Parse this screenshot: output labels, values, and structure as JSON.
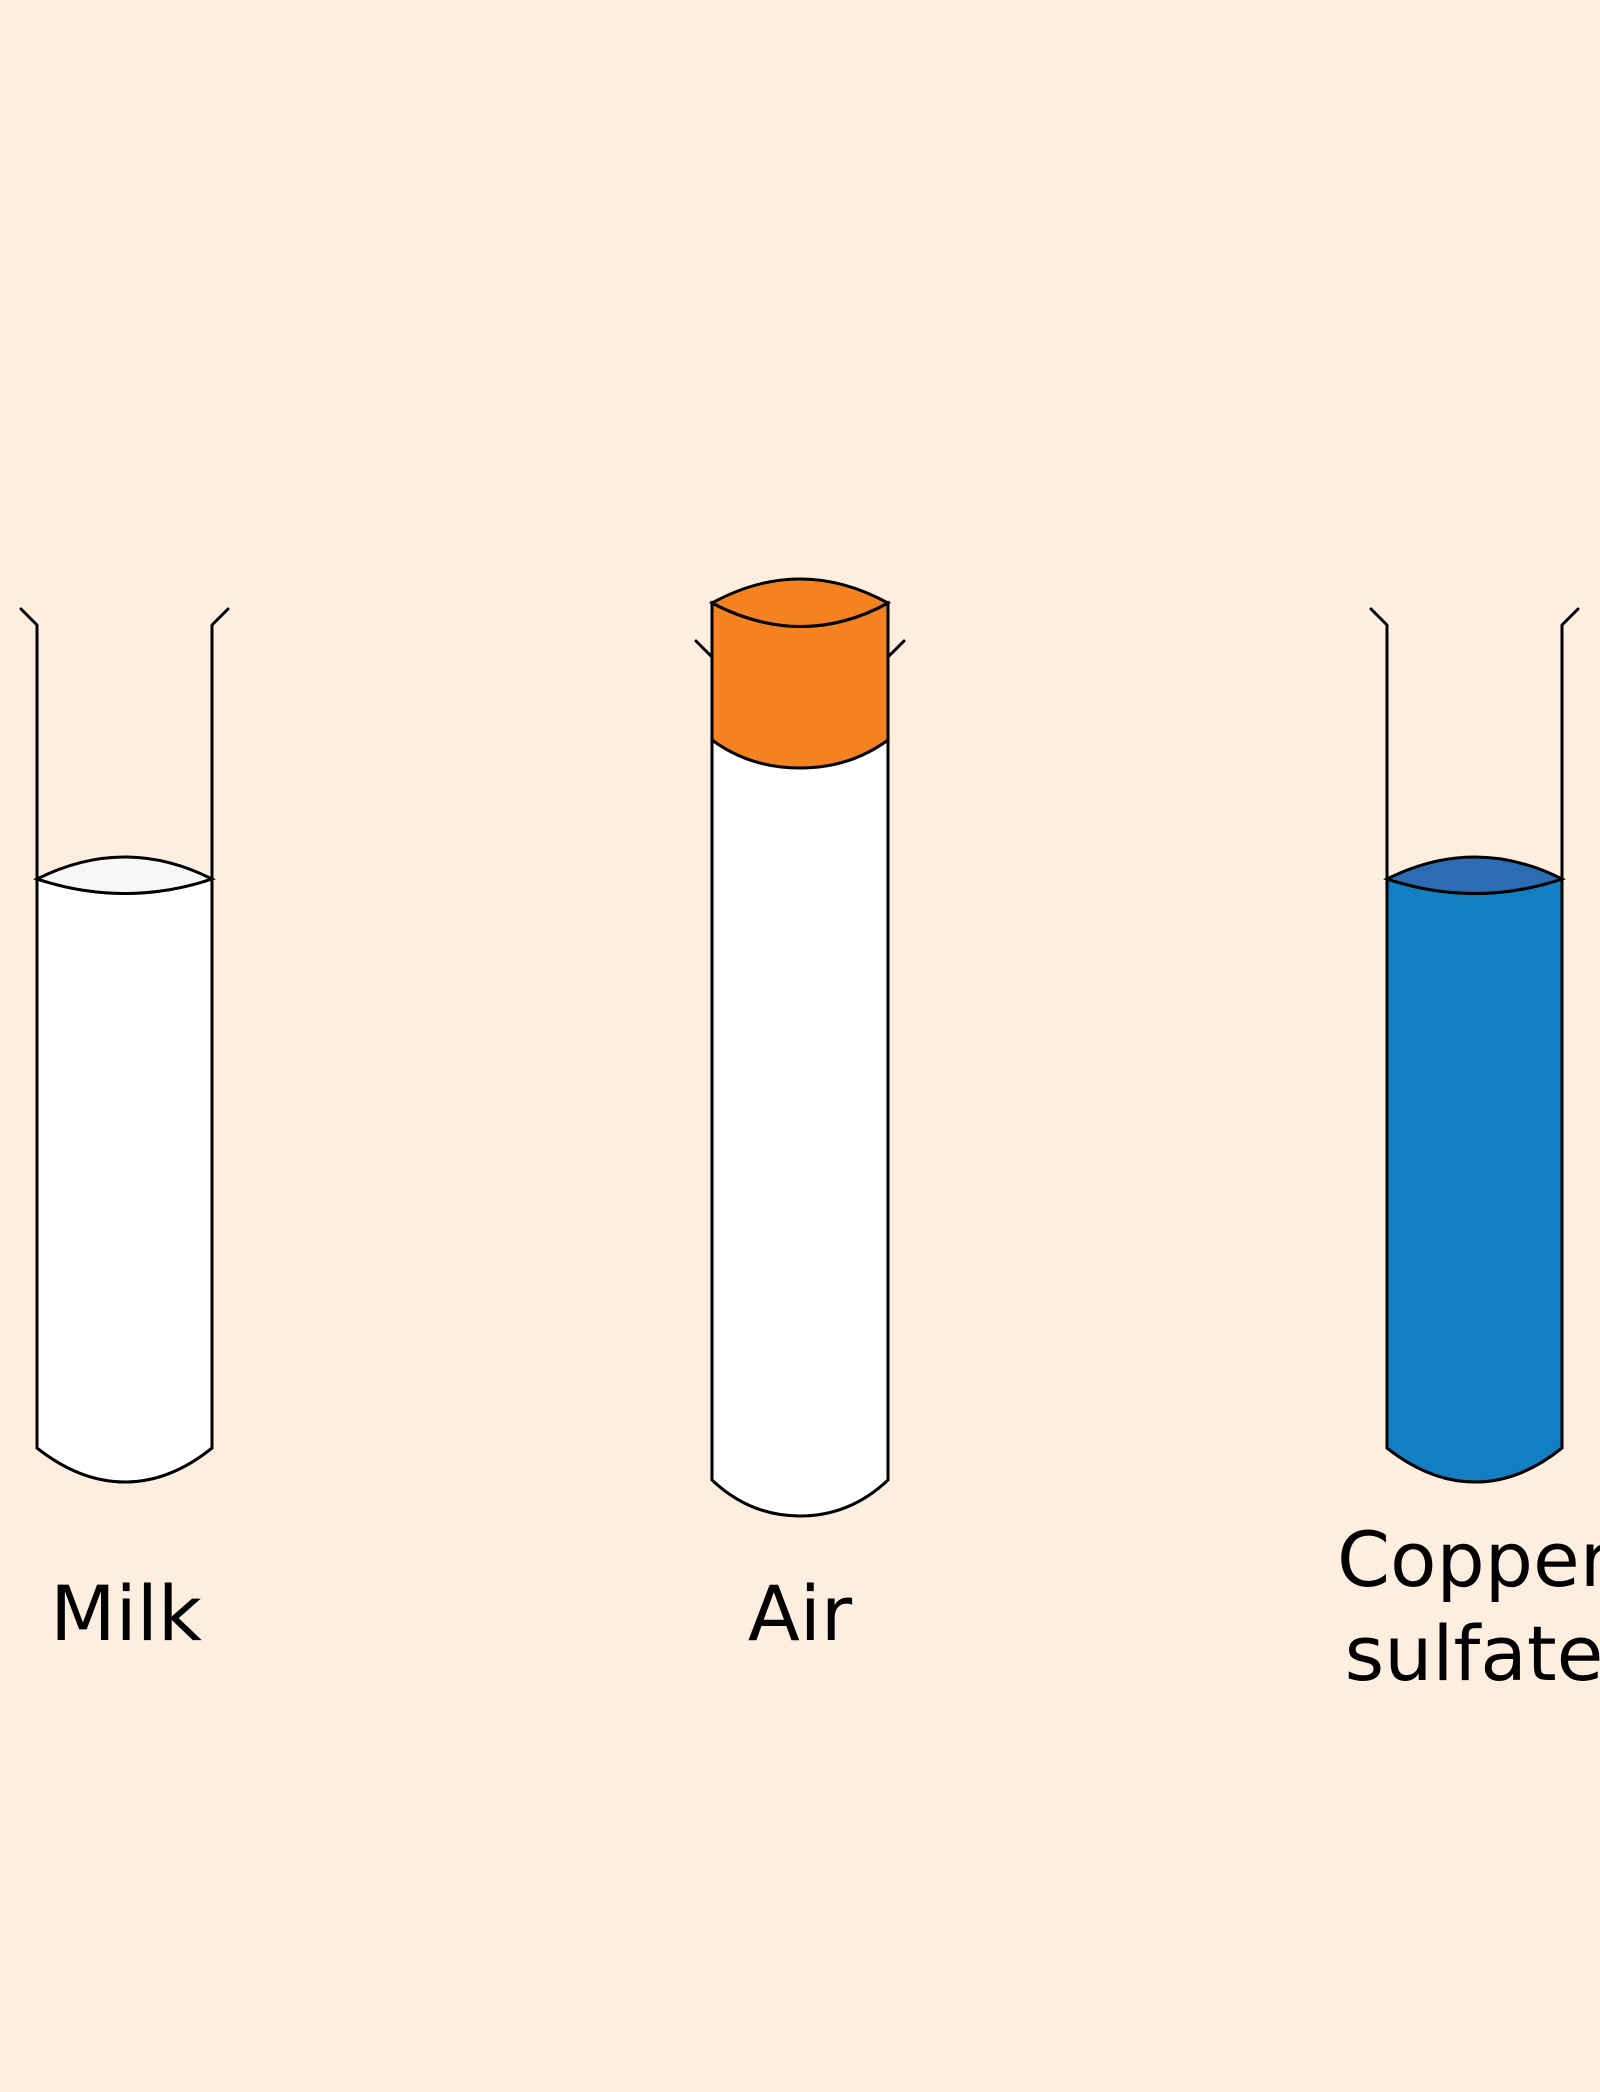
{
  "tubes": [
    {
      "label_lines": [
        "Milk"
      ],
      "contents": "liquid",
      "fill_color": "#ffffff",
      "surface_color": "#f6f7f6"
    },
    {
      "label_lines": [
        "Air"
      ],
      "contents": "stoppered-empty",
      "fill_color": "#ffffff",
      "stopper_color": "#f48221"
    },
    {
      "label_lines": [
        "Copper",
        "sulfate"
      ],
      "contents": "liquid",
      "fill_color": "#117fc2",
      "surface_color": "#2b6cb4"
    }
  ],
  "colors": {
    "background": "#fdeee0",
    "outline": "#000000"
  }
}
